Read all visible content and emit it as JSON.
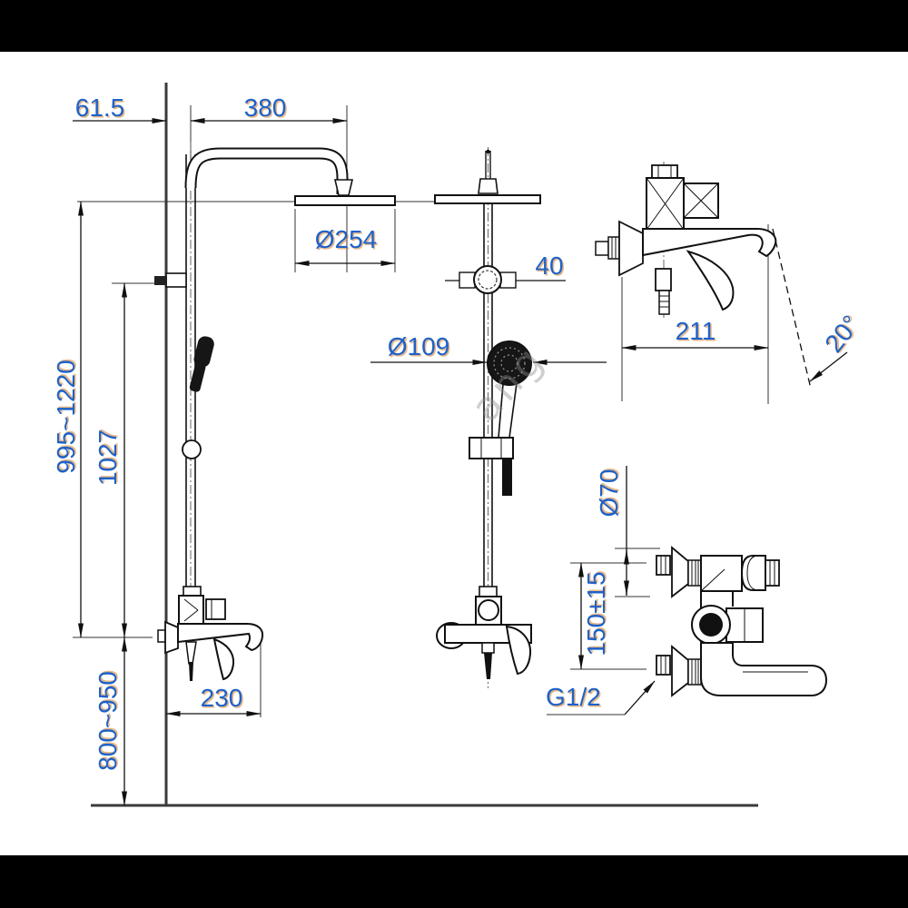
{
  "watermark": {
    "text": "ang"
  },
  "drawing": {
    "labels": {
      "wall_offset": "61.5",
      "arm_reach": "380",
      "head_diameter": "Ø254",
      "overall_height_range": "995~1220",
      "bar_length": "1027",
      "inlet_height_range": "800~950",
      "spout_reach": "230",
      "ball_joint": "40",
      "hand_shower_diameter": "Ø109",
      "mixer_width": "211",
      "spout_angle": "20°",
      "flange_diameter": "Ø70",
      "inlet_center_distance": "150±15",
      "thread": "G1/2"
    }
  }
}
